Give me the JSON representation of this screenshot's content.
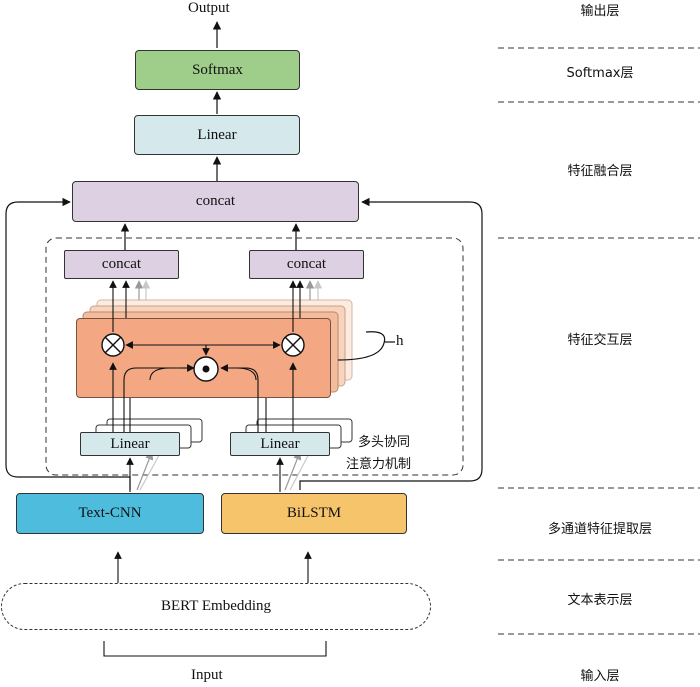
{
  "nodes": {
    "output": "Output",
    "softmax": "Softmax",
    "linear_top": "Linear",
    "concat_top": "concat",
    "concat_left": "concat",
    "concat_right": "concat",
    "linear_left": "Linear",
    "linear_right": "Linear",
    "h": "h",
    "attention_line1": "多头协同",
    "attention_line2": "注意力机制",
    "text_cnn": "Text-CNN",
    "bilstm": "BiLSTM",
    "bert": "BERT Embedding",
    "input": "Input"
  },
  "layers": {
    "output": "输出层",
    "softmax": "Softmax层",
    "fusion": "特征融合层",
    "interaction": "特征交互层",
    "extraction": "多通道特征提取层",
    "representation": "文本表示层",
    "input": "输入层"
  },
  "colors": {
    "softmax_fill": "#9fcd8a",
    "linear_fill": "#d5e9ec",
    "concat_fill": "#ddd0e2",
    "attention_fill": "#f3a883",
    "textcnn_fill": "#4dbcdd",
    "bilstm_fill": "#f6c46a"
  }
}
